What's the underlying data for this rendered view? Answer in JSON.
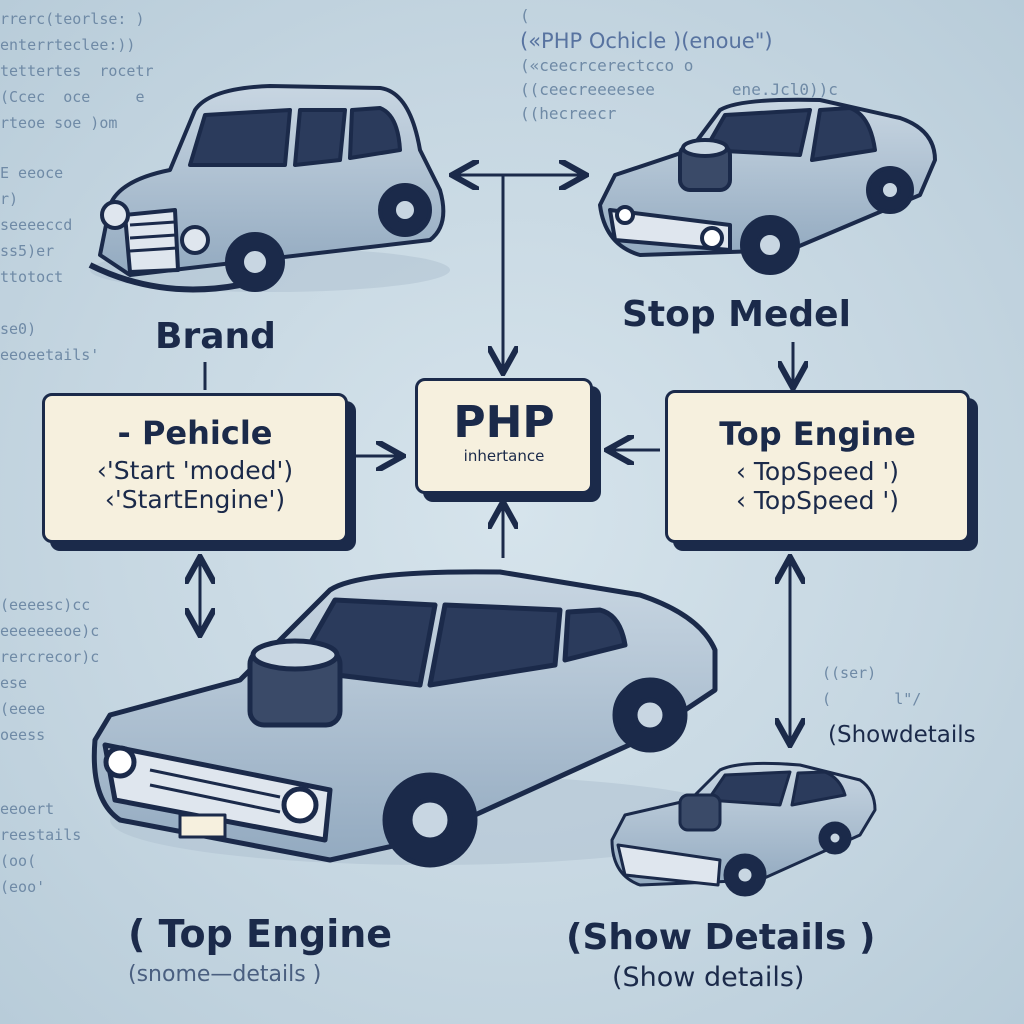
{
  "background_code": {
    "left_top": [
      "rrerc(teorlse: )",
      "enterrteclee:))",
      "tettertes  rocetr",
      "(Ccec  oce     e",
      "rteoe soe )om"
    ],
    "left_mid": [
      "E eeoce",
      "r)",
      "seeeeccd",
      "ss5)er",
      "ttotoct",
      "",
      "se0)",
      "eeoeetails'"
    ],
    "left_low": [
      "(eeeesc)cc",
      "eeeeeeeoe)c",
      "rercrecor)c",
      "ese",
      "(eeee",
      "oeess"
    ],
    "left_bottom": [
      "eeoert",
      "reestails",
      "(oo(",
      "(eoo'"
    ],
    "top_right": [
      "(",
      "(«PHP Ochicle )(enoue\")",
      "(«ceecrcerectcco o",
      "((ceecreeeesee        ene.Jcl0))c",
      "((hecreecr"
    ],
    "right_mid": [
      "((ser)",
      "(       l\"/"
    ]
  },
  "labels": {
    "brand": "Brand",
    "stop_model": "Stop Medel",
    "top_engine_bottom": "( Top Engine",
    "top_engine_bottom_sub": "(snome—details )",
    "show_details": "(Show Details )",
    "show_details_sub": "(Show details)",
    "show_details_right": "(Showdetails"
  },
  "boxes": {
    "vehicle": {
      "title": "- Pehicle",
      "lines": [
        "‹'Start 'moded')",
        "‹'StartEngine')"
      ]
    },
    "php": {
      "title": "PHP",
      "subtitle": "inhertance"
    },
    "top_engine": {
      "title": "Top Engine",
      "lines": [
        "‹ TopSpeed ')",
        "‹ TopSpeed ')"
      ]
    }
  },
  "colors": {
    "navy": "#1b2a4a",
    "box_fill": "#f6f0de",
    "car_body": "#a9bccd"
  }
}
